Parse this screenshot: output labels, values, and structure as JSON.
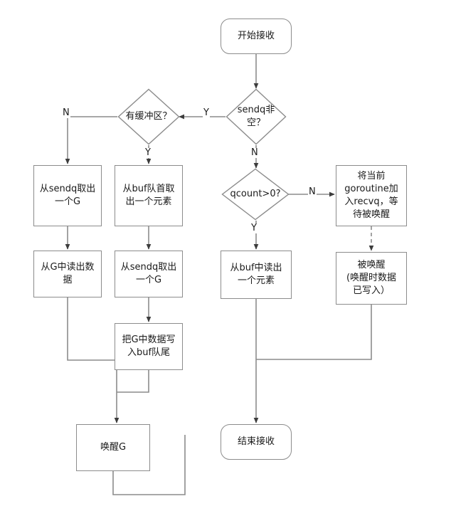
{
  "diagram": {
    "title": "Go channel receive flowchart",
    "colors": {
      "stroke": "#8c8c8c",
      "text": "#1a1a1a",
      "background": "#ffffff",
      "arrowhead": "#3c3c3c"
    },
    "nodes": {
      "start": {
        "label": "开始接收",
        "shape": "terminator"
      },
      "sendq_not_empty": {
        "label": "sendq非\n空？",
        "shape": "decision"
      },
      "has_buffer": {
        "label": "有缓冲区？",
        "shape": "decision"
      },
      "qcount_gt_zero": {
        "label": "qcount>0?",
        "shape": "decision"
      },
      "pop_sendq_left": {
        "label": "从sendq取出\n一个G",
        "shape": "process"
      },
      "pop_buf_head": {
        "label": "从buf队首取\n出一个元素",
        "shape": "process"
      },
      "park_goroutine": {
        "label": "将当前\ngoroutine加\n入recvq，等\n待被唤醒",
        "shape": "process"
      },
      "read_from_g": {
        "label": "从G中读出数\n据",
        "shape": "process"
      },
      "pop_sendq_mid": {
        "label": "从sendq取出\n一个G",
        "shape": "process"
      },
      "read_from_buf": {
        "label": "从buf中读出\n一个元素",
        "shape": "process"
      },
      "woken_up": {
        "label": "被唤醒\n(唤醒时数据\n已写入）",
        "shape": "process"
      },
      "write_g_to_buf": {
        "label": "把G中数据写\n入buf队尾",
        "shape": "process"
      },
      "wake_g": {
        "label": "唤醒G",
        "shape": "process"
      },
      "end": {
        "label": "结束接收",
        "shape": "terminator"
      }
    },
    "edge_labels": {
      "sendq_no": "N",
      "sendq_yes": "Y",
      "has_buffer_no": "N",
      "has_buffer_yes": "Y",
      "qcount_no": "N",
      "qcount_yes": "Y"
    }
  }
}
